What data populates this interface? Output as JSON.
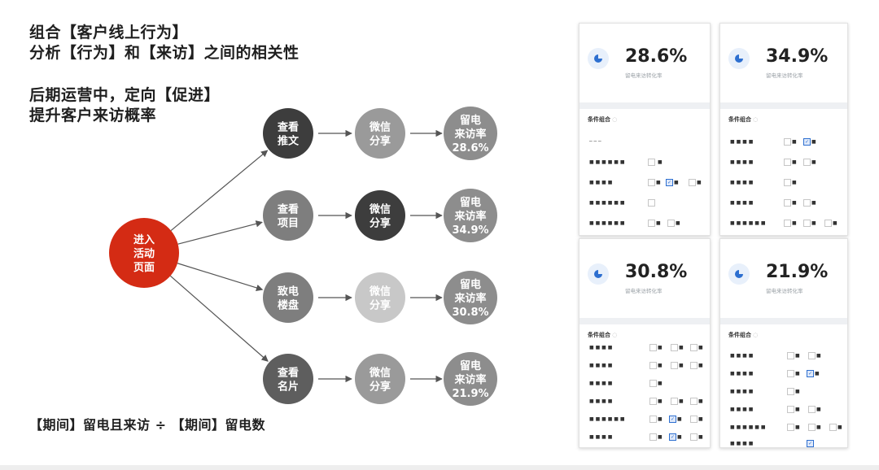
{
  "headline": {
    "line1": "组合【客户线上行为】",
    "line2": "分析【行为】和【来访】之间的相关性",
    "line3": "后期运营中，定向【促进】",
    "line4": "提升客户来访概率"
  },
  "formula": "【期间】留电且来访 ÷ 【期间】留电数",
  "flow": {
    "start": {
      "lines": [
        "进入",
        "活动",
        "页面"
      ],
      "color": "#d42b14"
    },
    "branches": [
      {
        "step1": {
          "lines": [
            "查看",
            "推文"
          ],
          "color": "#3d3d3d"
        },
        "step2": {
          "lines": [
            "微信",
            "分享"
          ],
          "color": "#9a9a9a"
        },
        "result": {
          "lines": [
            "留电",
            "来访率",
            "28.6%"
          ],
          "color": "#8d8d8d"
        }
      },
      {
        "step1": {
          "lines": [
            "查看",
            "项目"
          ],
          "color": "#7e7e7e"
        },
        "step2": {
          "lines": [
            "微信",
            "分享"
          ],
          "color": "#3d3d3d"
        },
        "result": {
          "lines": [
            "留电",
            "来访率",
            "34.9%"
          ],
          "color": "#8d8d8d"
        }
      },
      {
        "step1": {
          "lines": [
            "致电",
            "楼盘"
          ],
          "color": "#7e7e7e"
        },
        "step2": {
          "lines": [
            "微信",
            "分享"
          ],
          "color": "#c8c8c8"
        },
        "result": {
          "lines": [
            "留电",
            "来访率",
            "30.8%"
          ],
          "color": "#8d8d8d"
        }
      },
      {
        "step1": {
          "lines": [
            "查看",
            "名片"
          ],
          "color": "#5e5e5e"
        },
        "step2": {
          "lines": [
            "微信",
            "分享"
          ],
          "color": "#9a9a9a"
        },
        "result": {
          "lines": [
            "留电",
            "来访率",
            "21.9%"
          ],
          "color": "#8d8d8d"
        }
      }
    ]
  },
  "panels": [
    {
      "pct": "28.6%",
      "subtitle": "留电来访转化率",
      "section": "条件组合"
    },
    {
      "pct": "34.9%",
      "subtitle": "留电来访转化率",
      "section": "条件组合"
    },
    {
      "pct": "30.8%",
      "subtitle": "留电来访转化率",
      "section": "条件组合"
    },
    {
      "pct": "21.9%",
      "subtitle": "留电来访转化率",
      "section": "条件组合"
    }
  ],
  "colors": {
    "arrow": "#555555",
    "start": "#d42b14",
    "panel_accent": "#2d6fd0"
  }
}
